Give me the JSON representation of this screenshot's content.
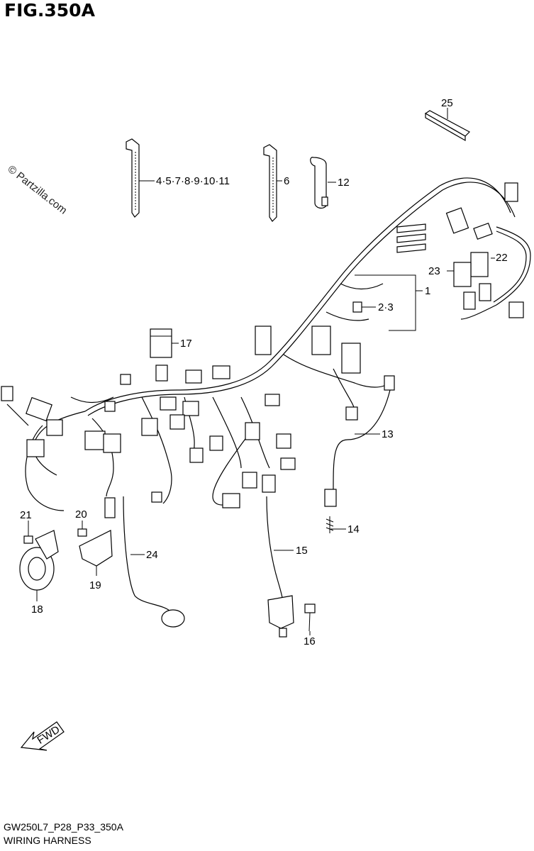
{
  "figure": {
    "title": "FIG.350A",
    "watermark": "© Partzilla.com",
    "code": "GW250L7_P28_P33_350A",
    "caption": "WIRING HARNESS",
    "fwd_label": "FWD"
  },
  "callouts": {
    "c1": "1",
    "c2_3": "2·3",
    "c4_11": "4·5·7·8·9·10·11",
    "c6": "6",
    "c12": "12",
    "c13": "13",
    "c14": "14",
    "c15": "15",
    "c16": "16",
    "c17": "17",
    "c18": "18",
    "c19": "19",
    "c20": "20",
    "c21": "21",
    "c22": "22",
    "c23": "23",
    "c24": "24",
    "c25": "25"
  }
}
